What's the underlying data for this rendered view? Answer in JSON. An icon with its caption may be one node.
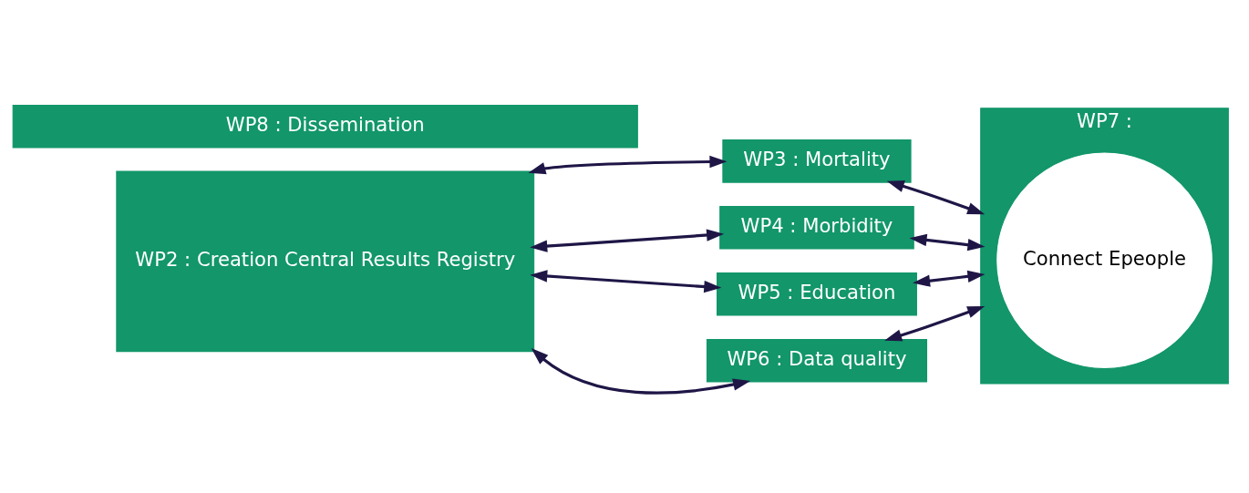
{
  "diagram": {
    "nodes": [
      {
        "text": [
          "WP2 : Creation Central Results Registry"
        ]
      },
      {
        "text": [
          "WP3 : Mortality"
        ]
      },
      {
        "text": [
          "WP4 : Morbidity"
        ]
      },
      {
        "text": [
          "WP5 : Education"
        ]
      },
      {
        "text": [
          "WP6 : Data quality"
        ]
      },
      {
        "text": [
          "WP7 :"
        ]
      },
      {
        "text": [
          "Connect Epeople"
        ],
        "in": 5
      },
      {
        "text": [
          "WP8 : Dissemination"
        ]
      }
    ],
    "edges": [
      {
        "from": 0,
        "to": 1,
        "arrow": "both"
      },
      {
        "from": 0,
        "to": 2,
        "arrow": "both"
      },
      {
        "from": 0,
        "to": 3,
        "arrow": "both"
      },
      {
        "from": 0,
        "to": 4,
        "arrow": "both"
      },
      {
        "from": 1,
        "to": 5,
        "arrow": "both"
      },
      {
        "from": 2,
        "to": 5,
        "arrow": "both"
      },
      {
        "from": 3,
        "to": 5,
        "arrow": "both"
      },
      {
        "from": 4,
        "to": 5,
        "arrow": "both"
      }
    ]
  }
}
